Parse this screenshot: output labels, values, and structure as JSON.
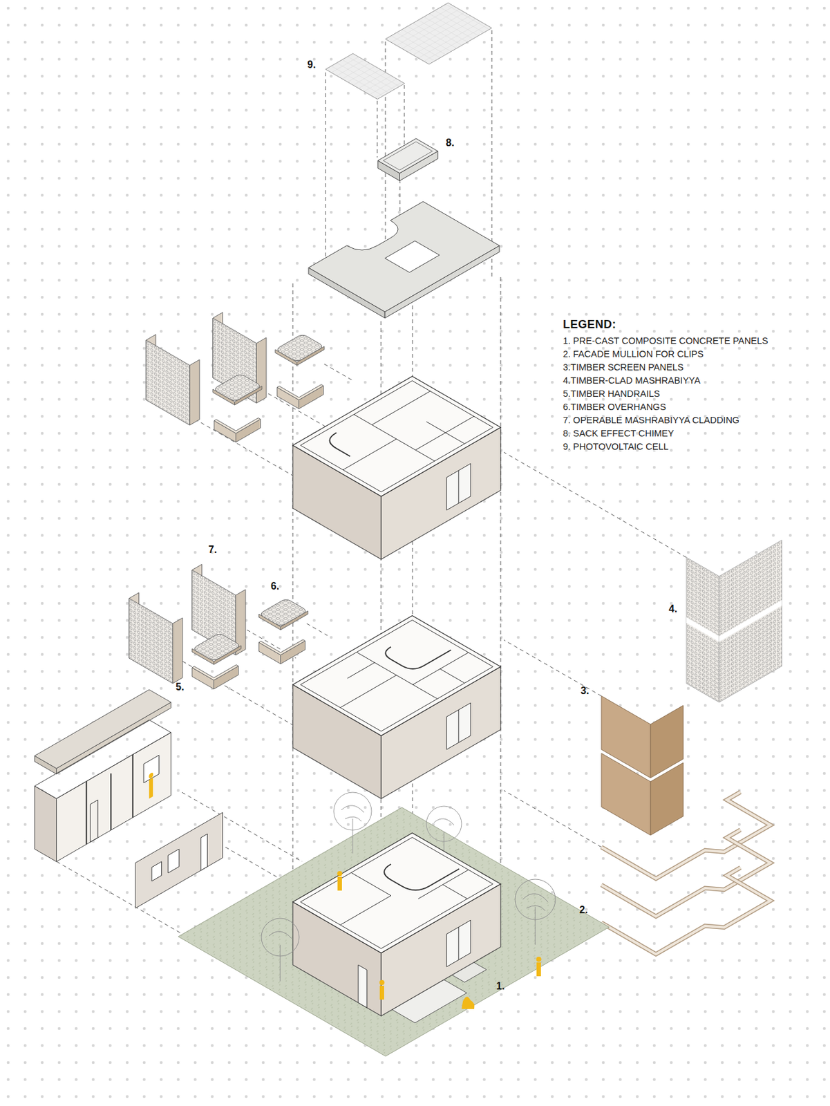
{
  "diagram": {
    "labels": [
      "9.",
      "8.",
      "7.",
      "6.",
      "5.",
      "4.",
      "3.",
      "2.",
      "1.",
      "LEGEND:"
    ],
    "legend": [
      {
        "text": "1. PRE-CAST COMPOSITE CONCRETE PANELS"
      },
      {
        "text": "2. FACADE MULLION FOR CLIPS"
      },
      {
        "text": "3.TIMBER SCREEN PANELS"
      },
      {
        "text": "4.TIMBER-CLAD MASHRABIYYA"
      },
      {
        "text": "5.TIMBER HANDRAILS"
      },
      {
        "text": "6.TIMBER OVERHANGS"
      },
      {
        "text": "7. OPERABLE MASHRABIYYA CLADDING"
      },
      {
        "text": "8. SACK EFFECT CHIMEY"
      },
      {
        "text": "9. PHOTOVOLTAIC CELL"
      }
    ]
  }
}
